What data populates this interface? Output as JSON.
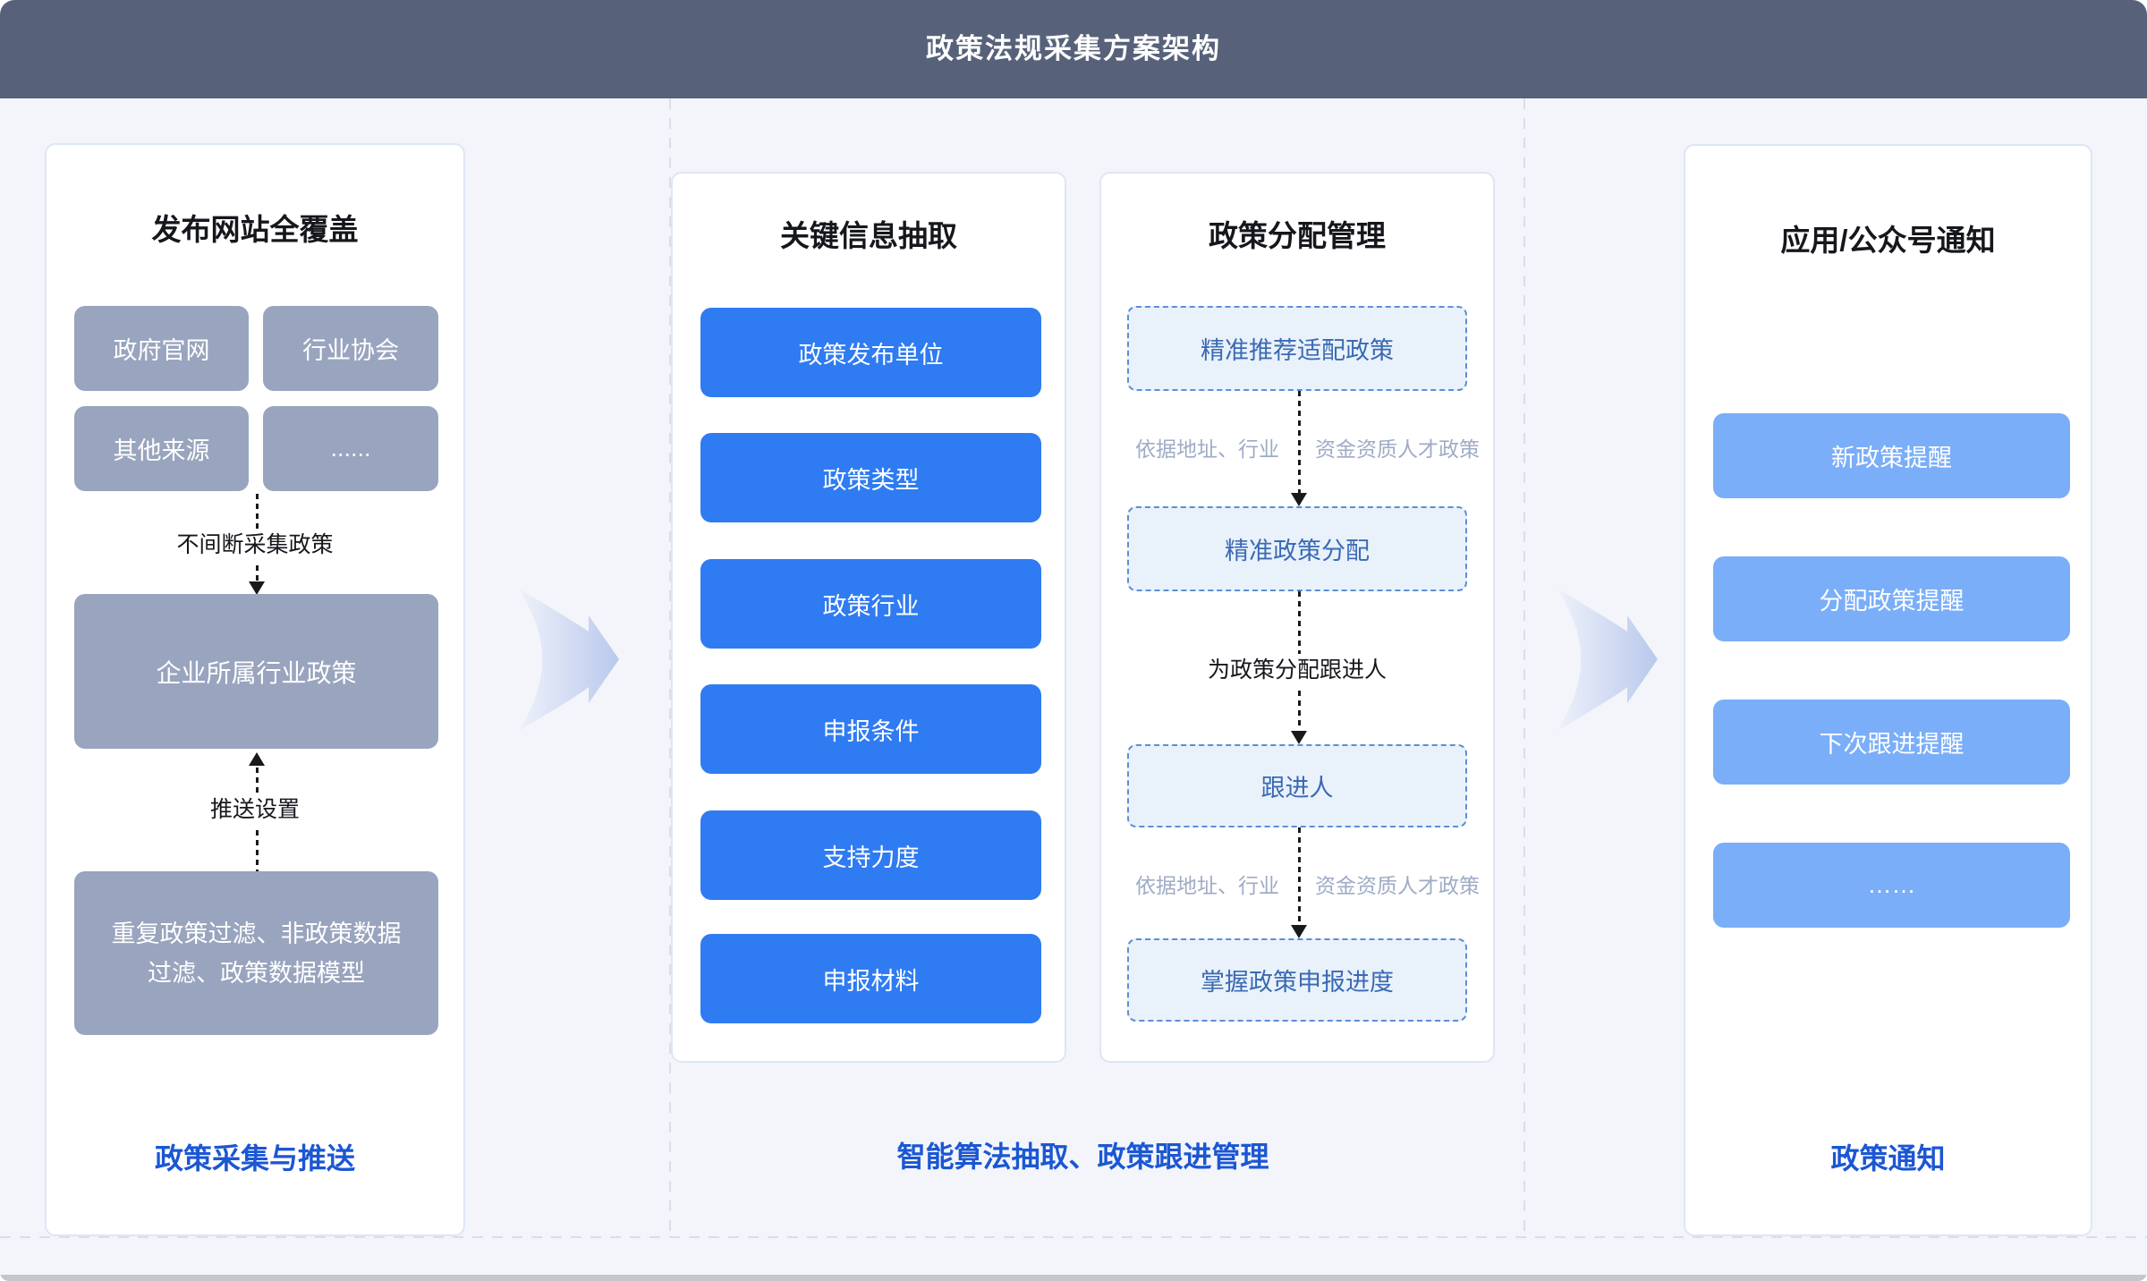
{
  "header": {
    "title": "政策法规采集方案架构"
  },
  "collect": {
    "heading": "发布网站全覆盖",
    "sources": [
      "政府官网",
      "行业协会",
      "其他来源",
      "......"
    ],
    "connector_top_label": "不间断采集政策",
    "industry_policy_box": "企业所属行业政策",
    "connector_bottom_label": "推送设置",
    "filter_box_lines": [
      "重复政策过滤、非政策数据",
      "过滤、政策数据模型"
    ],
    "footer": "政策采集与推送"
  },
  "extract": {
    "heading": "关键信息抽取",
    "fields": [
      "政策发布单位",
      "政策类型",
      "政策行业",
      "申报条件",
      "支持力度",
      "申报材料"
    ]
  },
  "assign": {
    "heading": "政策分配管理",
    "step1": "精准推荐适配政策",
    "branch1_left": "依据地址、行业",
    "branch1_right": "资金资质人才政策",
    "step2": "精准政策分配",
    "assignee_label": "为政策分配跟进人",
    "step3": "跟进人",
    "branch2_left": "依据地址、行业",
    "branch2_right": "资金资质人才政策",
    "step4": "掌握政策申报进度"
  },
  "middle_footer": "智能算法抽取、政策跟进管理",
  "notify": {
    "heading": "应用/公众号通知",
    "alerts": [
      "新政策提醒",
      "分配政策提醒",
      "下次跟进提醒",
      "……"
    ],
    "footer": "政策通知"
  },
  "colors": {
    "header_bg": "#57627a",
    "canvas_bg": "#f3f5fa",
    "solid_blue": "#2f7bf2",
    "light_blue": "#7aaef8",
    "gray_box": "#99a4be",
    "dashed_fill": "#e9f1fb",
    "dashed_border": "#5b8fd4",
    "dashed_text": "#3a6ab2",
    "footer_blue": "#1b57d3",
    "muted_label": "#9fabc5"
  }
}
